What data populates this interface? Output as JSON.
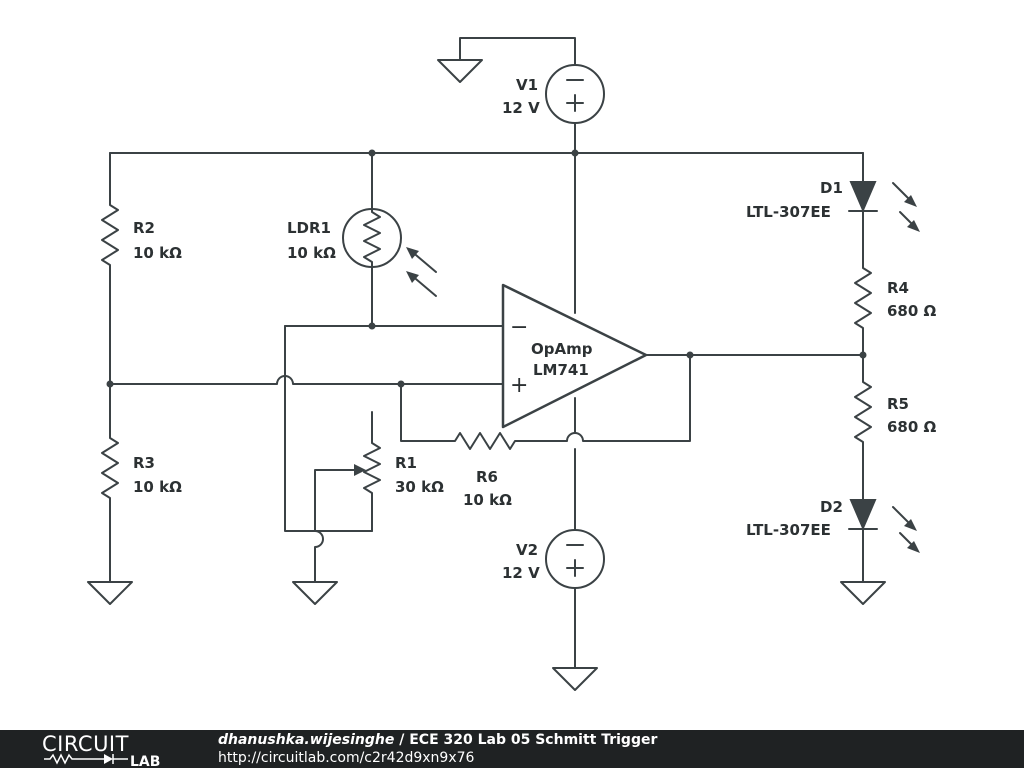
{
  "components": {
    "V1": {
      "name": "V1",
      "value": "12 V"
    },
    "V2": {
      "name": "V2",
      "value": "12 V"
    },
    "R2": {
      "name": "R2",
      "value": "10 kΩ"
    },
    "R3": {
      "name": "R3",
      "value": "10 kΩ"
    },
    "LDR1": {
      "name": "LDR1",
      "value": "10 kΩ"
    },
    "R1": {
      "name": "R1",
      "value": "30 kΩ"
    },
    "R6": {
      "name": "R6",
      "value": "10 kΩ"
    },
    "R4": {
      "name": "R4",
      "value": "680 Ω"
    },
    "R5": {
      "name": "R5",
      "value": "680 Ω"
    },
    "D1": {
      "name": "D1",
      "value": "LTL-307EE"
    },
    "D2": {
      "name": "D2",
      "value": "LTL-307EE"
    },
    "opamp": {
      "name": "OpAmp",
      "value": "LM741"
    }
  },
  "footer": {
    "logo_top": "CIRCUIT",
    "logo_bottom": "LAB",
    "author": "dhanushka.wijesinghe",
    "separator": " / ",
    "title": "ECE 320 Lab 05 Schmitt Trigger",
    "url": "http://circuitlab.com/c2r42d9xn9x76"
  }
}
